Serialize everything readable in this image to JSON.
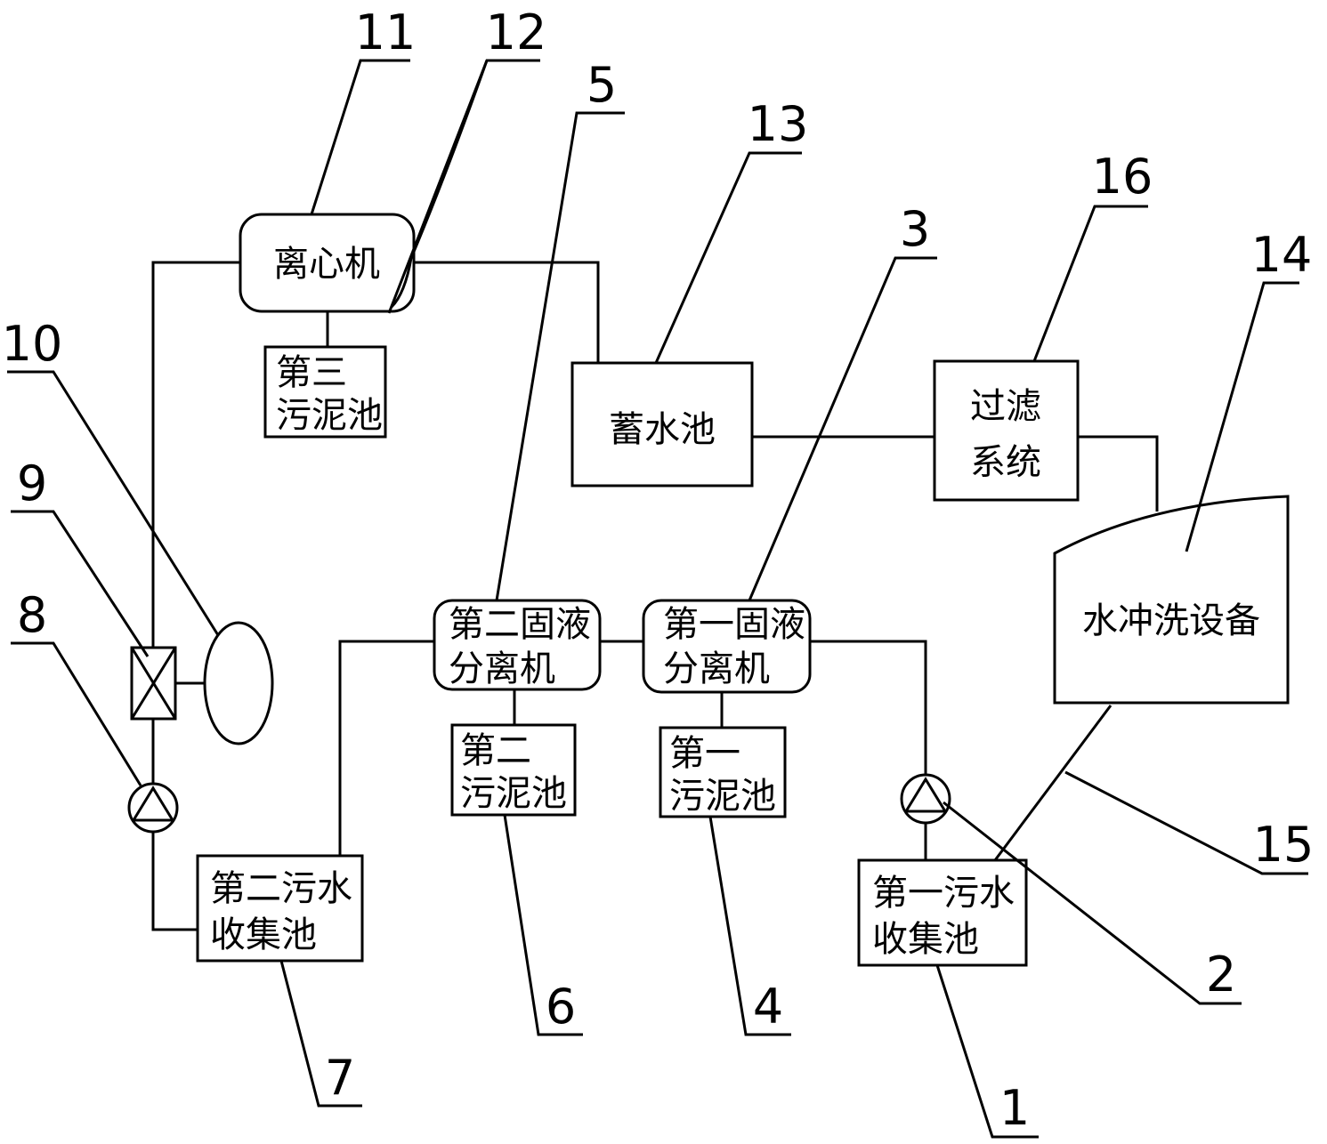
{
  "components": {
    "c1": {
      "number": "1",
      "line1": "第一污水",
      "line2": "收集池"
    },
    "c2": {
      "number": "2"
    },
    "c3": {
      "number": "3",
      "line1": "第一固液",
      "line2": "分离机"
    },
    "c4": {
      "number": "4",
      "line1": "第一",
      "line2": "污泥池"
    },
    "c5": {
      "number": "5",
      "line1": "第二固液",
      "line2": "分离机"
    },
    "c6": {
      "number": "6",
      "line1": "第二",
      "line2": "污泥池"
    },
    "c7": {
      "number": "7",
      "line1": "第二污水",
      "line2": "收集池"
    },
    "c8": {
      "number": "8"
    },
    "c9": {
      "number": "9"
    },
    "c10": {
      "number": "10"
    },
    "c11": {
      "number": "11",
      "label": "离心机"
    },
    "c12": {
      "number": "12",
      "line1": "第三",
      "line2": "污泥池"
    },
    "c13": {
      "number": "13",
      "label": "蓄水池"
    },
    "c14": {
      "number": "14",
      "label": "水冲洗设备"
    },
    "c15": {
      "number": "15"
    },
    "c16": {
      "number": "16",
      "line1": "过滤",
      "line2": "系统"
    }
  }
}
